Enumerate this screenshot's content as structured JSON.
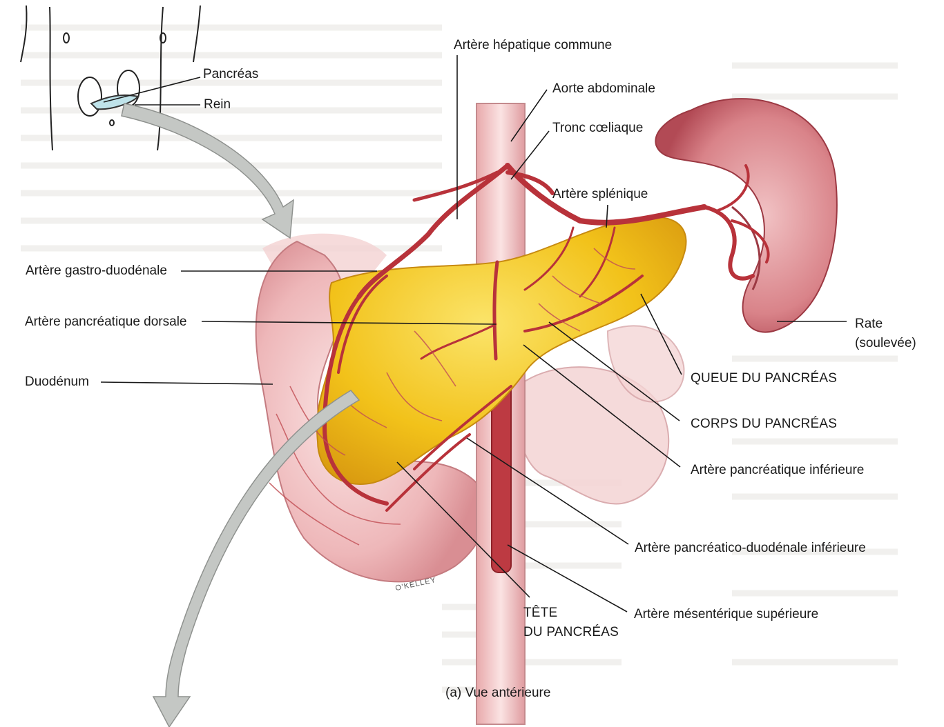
{
  "labels": {
    "hepatique": "Artère hépatique commune",
    "aorte": "Aorte abdominale",
    "tronc": "Tronc cœliaque",
    "splenique": "Artère splénique",
    "pancreas_inset": "Pancréas",
    "rein": "Rein",
    "gastro": "Artère gastro-duodénale",
    "dorsale": "Artère pancréatique dorsale",
    "duodenum": "Duodénum",
    "rate_line1": "Rate",
    "rate_line2": "(soulevée)",
    "queue": "QUEUE DU PANCRÉAS",
    "corps": "CORPS DU PANCRÉAS",
    "inferieure": "Artère pancréatique inférieure",
    "pancreatico": "Artère pancréatico-duodénale inférieure",
    "mesenterique": "Artère mésentérique supérieure",
    "tete_line1": "TÊTE",
    "tete_line2": "DU PANCRÉAS",
    "caption": "(a) Vue antérieure",
    "signature": "O'KELLEY"
  },
  "colors": {
    "pancreas": "#f2c21a",
    "artery": "#b8323a",
    "organ_pink": "#e7a6a9",
    "spleen": "#c85a62",
    "arrow": "#b9bcb9"
  }
}
